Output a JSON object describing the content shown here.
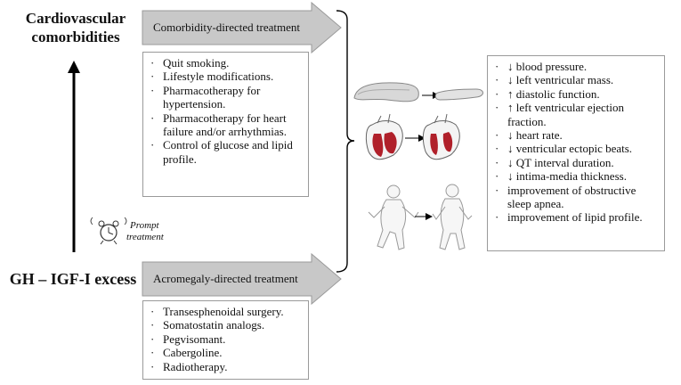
{
  "top_left_title_line1": "Cardiovascular",
  "top_left_title_line2": "comorbidities",
  "bottom_left_title": "GH – IGF-I excess",
  "comorbidity_arrow_label": "Comorbidity-directed treatment",
  "acromegaly_arrow_label": "Acromegaly-directed treatment",
  "prompt_line1": "Prompt",
  "prompt_line2": "treatment",
  "comorbidity_items": [
    "Quit smoking.",
    "Lifestyle modifications.",
    "Pharmacotherapy for hypertension.",
    "Pharmacotherapy for heart failure and/or arrhythmias.",
    "Control of glucose and lipid profile."
  ],
  "acromegaly_items": [
    "Transesphenoidal surgery.",
    "Somatostatin analogs.",
    "Pegvisomant.",
    "Cabergoline.",
    "Radiotherapy."
  ],
  "outcome_items": [
    "↓ blood pressure.",
    "↓ left ventricular mass.",
    "↑ diastolic function.",
    "↑ left ventricular ejection fraction.",
    "↓ heart rate.",
    "↓ ventricular ectopic beats.",
    "↓ QT interval duration.",
    "↓ intima-media thickness.",
    "improvement of obstructive sleep apnea.",
    "improvement of lipid profile."
  ],
  "colors": {
    "arrow_fill": "#c8c8c8",
    "box_border": "#9a9a9a",
    "heart_red": "#b0202a"
  },
  "icons": [
    "clock-icon",
    "artery-icon",
    "heart-icon",
    "human-figure-icon"
  ]
}
